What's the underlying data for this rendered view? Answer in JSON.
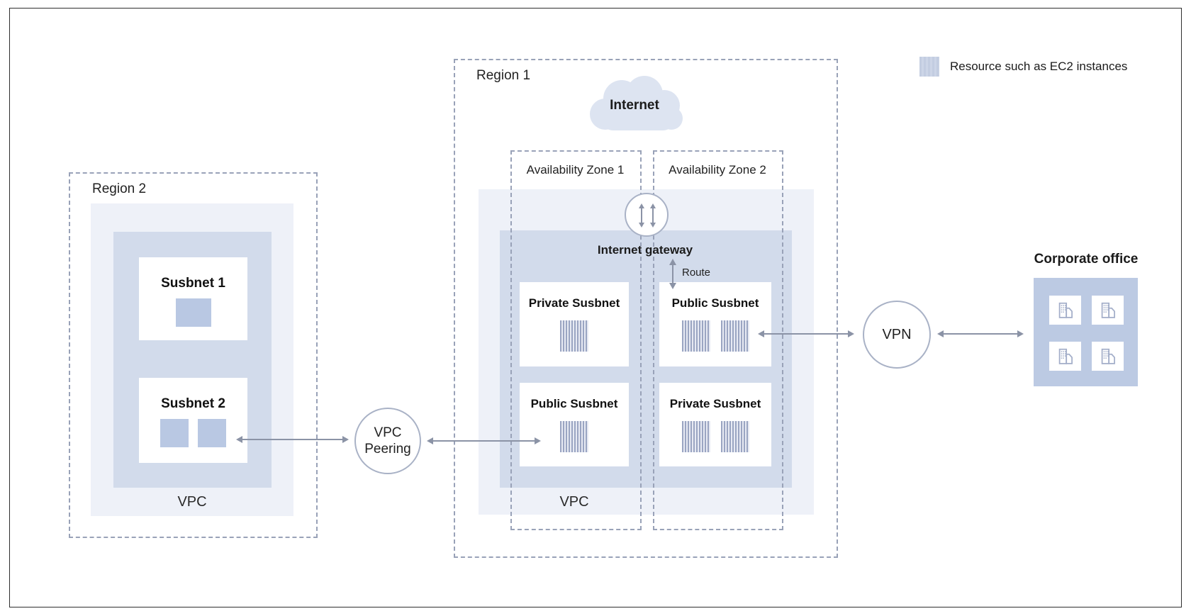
{
  "legend": {
    "label": "Resource such as EC2 instances"
  },
  "region1": {
    "label": "Region 1",
    "internet": "Internet",
    "internet_gateway": "Internet gateway",
    "route": "Route",
    "vpc": "VPC",
    "az1": {
      "label": "Availability Zone 1",
      "subnet_top": "Private Susbnet",
      "subnet_bottom": "Public Susbnet"
    },
    "az2": {
      "label": "Availability Zone 2",
      "subnet_top": "Public Susbnet",
      "subnet_bottom": "Private Susbnet"
    }
  },
  "region2": {
    "label": "Region 2",
    "vpc": "VPC",
    "subnet1": "Susbnet 1",
    "subnet2": "Susbnet 2"
  },
  "connectors": {
    "vpc_peering_line1": "VPC",
    "vpc_peering_line2": "Peering",
    "vpn": "VPN"
  },
  "corporate_office": {
    "label": "Corporate office"
  },
  "colors": {
    "box_pale": "#eef1f8",
    "box_medium": "#d2dbeb",
    "resource_square": "#b9c8e3",
    "office_box": "#bccae3",
    "cloud": "#dde4f1",
    "dash_border": "#99a2b8",
    "arrow": "#8b93a6",
    "text": "#1b1b1b"
  }
}
